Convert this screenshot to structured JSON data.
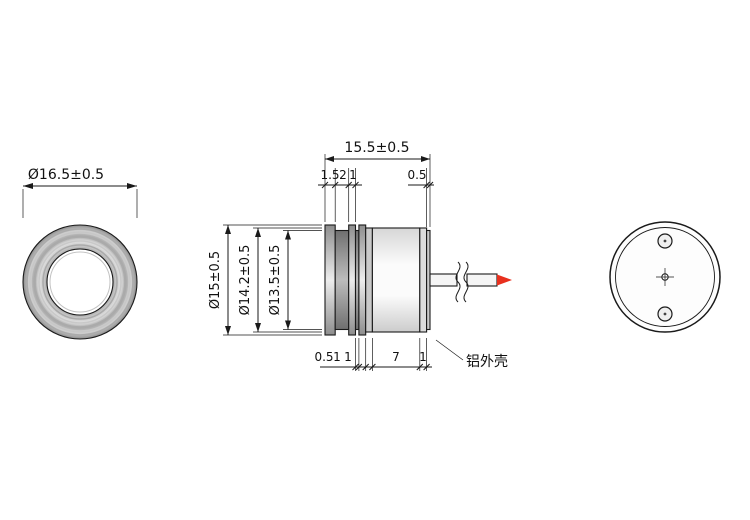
{
  "drawing": {
    "front_view": {
      "diameter": "Ø16.5±0.5"
    },
    "side_view": {
      "overall_length": "15.5±0.5",
      "top_dims": [
        "1.5",
        "2",
        "1",
        "0.5"
      ],
      "diameters": [
        "Ø15±0.5",
        "Ø14.2±0.5",
        "Ø13.5±0.5"
      ],
      "bottom_dims": [
        "0.5",
        "1",
        "1",
        "7",
        "1"
      ],
      "material_label": "铝外壳"
    },
    "rear_view": {}
  },
  "colors": {
    "line": "#1a1a1a",
    "wire_tip": "#e8301e",
    "metal_gray": "#b9b9b9"
  }
}
